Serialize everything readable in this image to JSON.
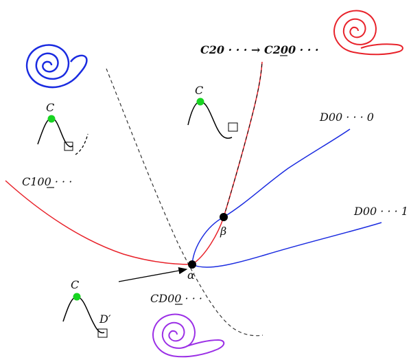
{
  "labels": {
    "top_transition": "C20 · · · → C200 · · ·",
    "c100": "C100 · · ·",
    "d000": "D00 · · · 0",
    "d001": "D00 · · · 1",
    "cd00": "CD00 · · ·",
    "alpha": "α",
    "beta": "β",
    "c_left": "C",
    "c_mid": "C",
    "c_bottom": "C",
    "d_prime": "D′"
  },
  "colors": {
    "red": "#e8222a",
    "blue": "#1a2be0",
    "purple": "#9b2fe6",
    "green": "#17d421",
    "black": "#000000"
  }
}
